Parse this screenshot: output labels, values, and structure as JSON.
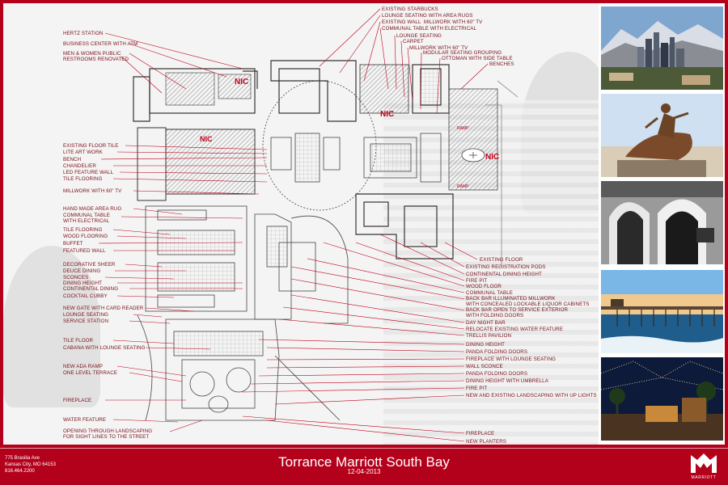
{
  "title": "Torrance Marriott South Bay",
  "date": "12-04-2013",
  "address": [
    "775 Brasilia Ave",
    "Kansas City, MO 64153",
    "816.464.2200"
  ],
  "brand": "MARRIOTT",
  "nic_label": "NIC",
  "ramp_label": "RAMP",
  "colors": {
    "accent": "#b3001b",
    "label": "#7a0f18",
    "leader": "#c0001a"
  },
  "labels_left": [
    "HERTZ STATION",
    "BUSINESS CENTER WITH ATM",
    "MEN & WOMEN PUBLIC\nRESTROOMS RENOVATED",
    "EXISTING FLOOR TILE",
    "LITE ART WORK",
    "BENCH",
    "CHANDELIER",
    "LED FEATURE WALL",
    "TILE FLOORING",
    "MILLWORK WITH 60\" TV",
    "HAND MADE AREA RUG",
    "COMMUNAL TABLE\nWITH ELECTRICAL",
    "TILE FLOORING",
    "WOOD FLOORING",
    "BUFFET",
    "FEATURED WALL",
    "DECORATIVE SHEER",
    "DEUCE DINING",
    "SCONCES",
    "DINING HEIGHT",
    "CONTINENTAL DINING",
    "COCKTAIL CUBBY",
    "NEW GATE WITH CARD READER",
    "LOUNGE SEATING",
    "SERVICE STATION",
    "TILE FLOOR",
    "CABANA WITH LOUNGE SEATING",
    "NEW ADA RAMP",
    "ONE LEVEL TERRACE",
    "FIREPLACE",
    "WATER FEATURE",
    "OPENING THROUGH LANDSCAPING\nFOR SIGHT LINES TO THE STREET"
  ],
  "labels_top": [
    "EXISTING STARBUCKS",
    "LOUNGE SEATING WITH AREA RUGS",
    "EXISTING WALL  MILLWORK WITH 60\" TV",
    "COMMUNAL TABLE WITH ELECTRICAL",
    "LOUNGE SEATING",
    "CARPET",
    "MILLWORK WITH 60\" TV",
    "MODULAR SEATING GROUPING",
    "OTTOMAN WITH SIDE TABLE",
    "BENCHES"
  ],
  "labels_right": [
    "EXISTING FLOOR",
    "EXISTING REGISTRATION PODS",
    "CONTINENTAL DINING HEIGHT",
    "FIRE PIT",
    "WOOD FLOOR",
    "COMMUNAL TABLE",
    "BACK BAR ILLUMINATED MILLWORK\nWITH CONCEALED LOCKABLE LIQUOR CABINETS",
    "BACK BAR OPEN TO SERVICE EXTERIOR\nWITH FOLDING DOORS",
    "DAY NIGHT BAR",
    "RELOCATE EXISTING WATER FEATURE",
    "TRELLIS PAVILION",
    "DINING HEIGHT",
    "PANDA FOLDING DOORS",
    "FIREPLACE WITH LOUNGE SEATING",
    "WALL SCONCE",
    "PANDA FOLDING DOORS",
    "DINING HEIGHT WITH UMBRELLA",
    "FIRE PIT",
    "NEW AND EXISTING LANDSCAPING WITH UP LIGHTS",
    "FIREPLACE",
    "NEW PLANTERS"
  ],
  "photos": [
    {
      "icon": "city-skyline-with-mountains-photo"
    },
    {
      "icon": "surfer-statue-photo"
    },
    {
      "icon": "arched-colonnade-photo"
    },
    {
      "icon": "pier-at-sunset-photo"
    },
    {
      "icon": "plaza-with-string-lights-photo"
    }
  ]
}
